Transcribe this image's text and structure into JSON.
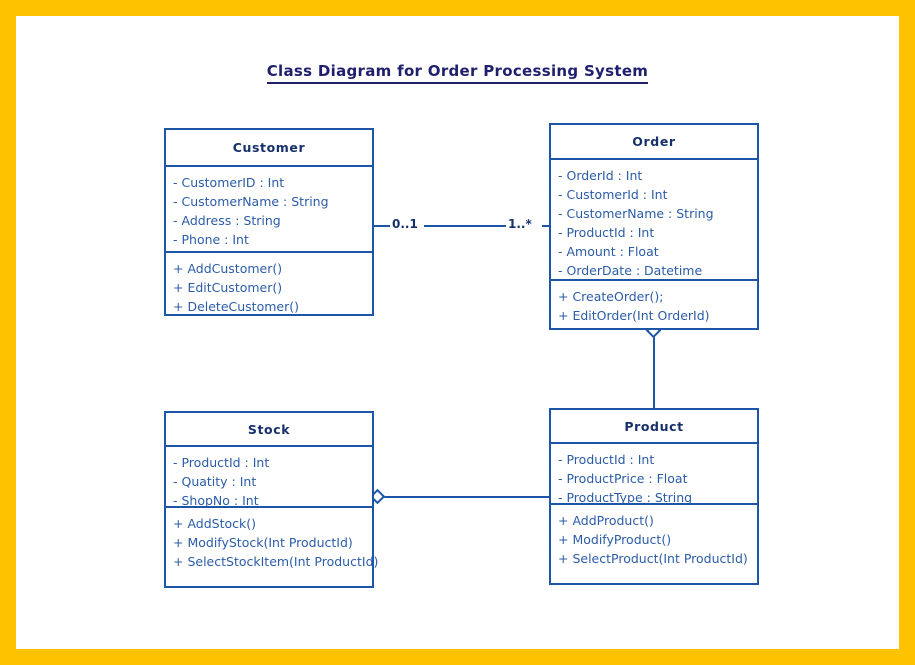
{
  "frame": {
    "border_color": "#ffc200",
    "sheet_color": "#ffffff"
  },
  "title": "Class Diagram for Order Processing System",
  "palette": {
    "title_color": "#1f1f6e",
    "box_border": "#1d56a8",
    "header_text": "#16306b",
    "member_text": "#2b5ca8",
    "frame": "#ffc200"
  },
  "classes": [
    {
      "id": "customer",
      "name": "Customer",
      "attributes": [
        "- CustomerID : Int",
        "- CustomerName : String",
        "- Address : String",
        "- Phone : Int"
      ],
      "methods": [
        "+ AddCustomer()",
        "+ EditCustomer()",
        "+ DeleteCustomer()"
      ]
    },
    {
      "id": "order",
      "name": "Order",
      "attributes": [
        "- OrderId : Int",
        "- CustomerId : Int",
        "- CustomerName : String",
        "- ProductId : Int",
        "- Amount : Float",
        "- OrderDate : Datetime"
      ],
      "methods": [
        "+ CreateOrder();",
        "+ EditOrder(Int OrderId)"
      ]
    },
    {
      "id": "stock",
      "name": "Stock",
      "attributes": [
        "- ProductId : Int",
        "- Quatity : Int",
        "- ShopNo : Int"
      ],
      "methods": [
        "+ AddStock()",
        "+ ModifyStock(Int ProductId)",
        "+ SelectStockItem(Int ProductId)"
      ]
    },
    {
      "id": "product",
      "name": "Product",
      "attributes": [
        "- ProductId : Int",
        "- ProductPrice : Float",
        "- ProductType : String"
      ],
      "methods": [
        "+ AddProduct()",
        "+ ModifyProduct()",
        "+ SelectProduct(Int ProductId)"
      ]
    }
  ],
  "relationships": [
    {
      "id": "customer-order",
      "from": "Customer",
      "to": "Order",
      "type": "association",
      "source_multiplicity": "0..1",
      "target_multiplicity": "1..*"
    },
    {
      "id": "order-product",
      "from": "Order",
      "to": "Product",
      "type": "aggregation",
      "diamond_end": "Order",
      "source_multiplicity": "",
      "target_multiplicity": ""
    },
    {
      "id": "stock-product",
      "from": "Stock",
      "to": "Product",
      "type": "aggregation",
      "diamond_end": "Stock",
      "source_multiplicity": "",
      "target_multiplicity": ""
    }
  ]
}
